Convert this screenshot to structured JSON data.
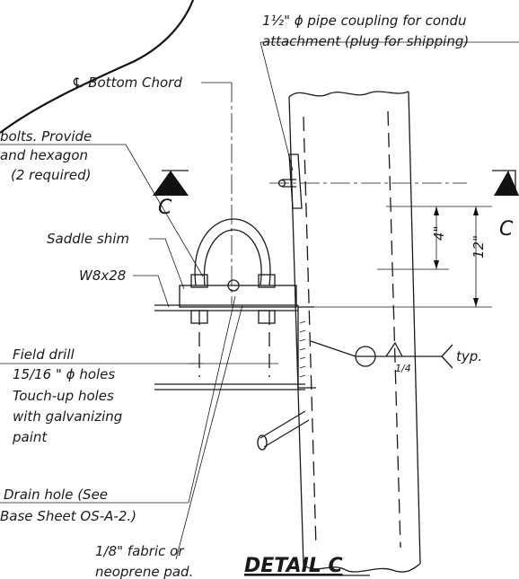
{
  "labels": {
    "pipe_coupling_line1": "1½\" ϕ pipe coupling for condu",
    "pipe_coupling_line2": "attachment (plug for shipping)",
    "bottom_chord": "℄ Bottom Chord",
    "bolts_line1": "bolts.  Provide",
    "bolts_line2": "and hexagon",
    "bolts_line3": "(2 required)",
    "saddle_shim": "Saddle shim",
    "beam": "W8x28",
    "field_drill_line1": "Field drill",
    "field_drill_line2": "15/16 \" ϕ holes",
    "field_drill_line3": "Touch-up holes",
    "field_drill_line4": "with galvanizing",
    "field_drill_line5": "paint",
    "drain_hole_line1": "Drain hole (See",
    "drain_hole_line2": "Base Sheet OS-A-2.)",
    "fabric_line1": "1/8\" fabric or",
    "fabric_line2": "neoprene pad.",
    "weld_size": "1/4",
    "weld_typ": "typ.",
    "section_left": "C",
    "section_right": "C",
    "dim_4": "4\"",
    "dim_12": "12\"",
    "title": "DETAIL C"
  }
}
